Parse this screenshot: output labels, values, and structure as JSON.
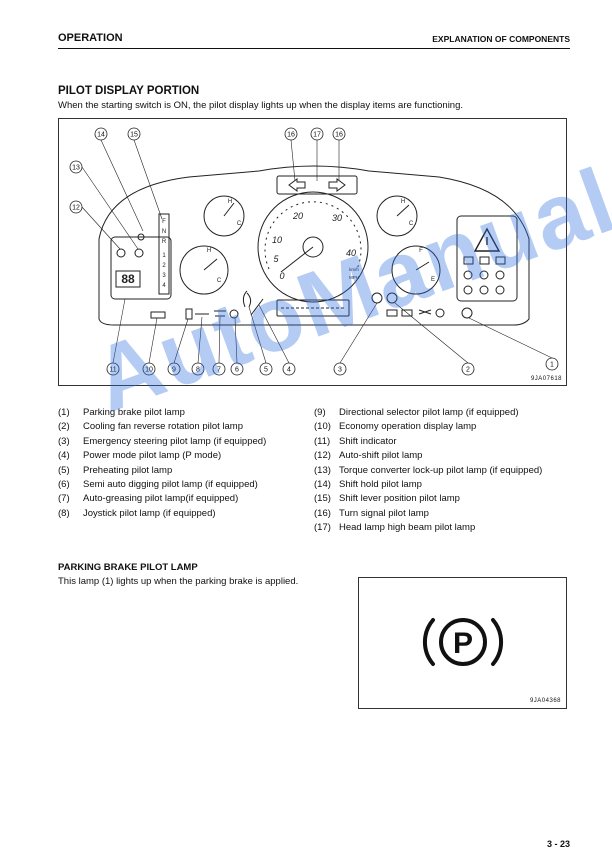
{
  "header": {
    "left": "OPERATION",
    "right": "EXPLANATION OF COMPONENTS"
  },
  "section": {
    "title": "PILOT DISPLAY PORTION",
    "intro": "When the starting switch is ON, the pilot display lights up when the display items are functioning."
  },
  "figure": {
    "code": "9JA07618",
    "callouts_top": [
      "14",
      "15",
      "16",
      "17",
      "16"
    ],
    "callouts_left": [
      "13",
      "12"
    ],
    "callouts_bottom": [
      "11",
      "10",
      "9",
      "8",
      "7",
      "6",
      "5",
      "4",
      "3",
      "2",
      "1"
    ],
    "gauge_labels": {
      "hot": "H",
      "cold": "C",
      "full": "F",
      "empty": "E"
    },
    "speedometer": {
      "ticks": [
        "0",
        "5",
        "10",
        "20",
        "30",
        "40"
      ],
      "units_top": "km/h",
      "units_bottom": "MPH"
    },
    "shift_indicator": [
      "F",
      "N",
      "R",
      "1",
      "2",
      "3",
      "4"
    ],
    "segment_display": "88"
  },
  "legend_left": [
    {
      "num": "(1)",
      "text": "Parking brake pilot lamp"
    },
    {
      "num": "(2)",
      "text": "Cooling fan reverse rotation pilot lamp"
    },
    {
      "num": "(3)",
      "text": "Emergency steering pilot lamp (if equipped)"
    },
    {
      "num": "(4)",
      "text": "Power mode pilot lamp (P mode)"
    },
    {
      "num": "(5)",
      "text": "Preheating  pilot lamp"
    },
    {
      "num": "(6)",
      "text": "Semi auto digging pilot lamp (if equipped)"
    },
    {
      "num": "(7)",
      "text": "Auto-greasing pilot lamp(if equipped)"
    },
    {
      "num": "(8)",
      "text": "Joystick pilot lamp (if equipped)"
    }
  ],
  "legend_right": [
    {
      "num": "(9)",
      "text": "Directional selector pilot lamp (if equipped)"
    },
    {
      "num": "(10)",
      "text": "Economy operation display lamp"
    },
    {
      "num": "(11)",
      "text": "Shift indicator"
    },
    {
      "num": "(12)",
      "text": "Auto-shift pilot lamp"
    },
    {
      "num": "(13)",
      "text": "Torque converter lock-up pilot lamp (if equipped)"
    },
    {
      "num": "(14)",
      "text": "Shift hold pilot lamp"
    },
    {
      "num": "(15)",
      "text": "Shift lever position pilot lamp"
    },
    {
      "num": "(16)",
      "text": "Turn signal pilot lamp"
    },
    {
      "num": "(17)",
      "text": "Head lamp high beam pilot lamp"
    }
  ],
  "parking": {
    "title": "PARKING BRAKE PILOT LAMP",
    "text": "This lamp (1) lights up when the parking brake is applied.",
    "symbol_letter": "P",
    "code": "9JA04368"
  },
  "page_number": "3 - 23",
  "watermark": "AutoManual"
}
